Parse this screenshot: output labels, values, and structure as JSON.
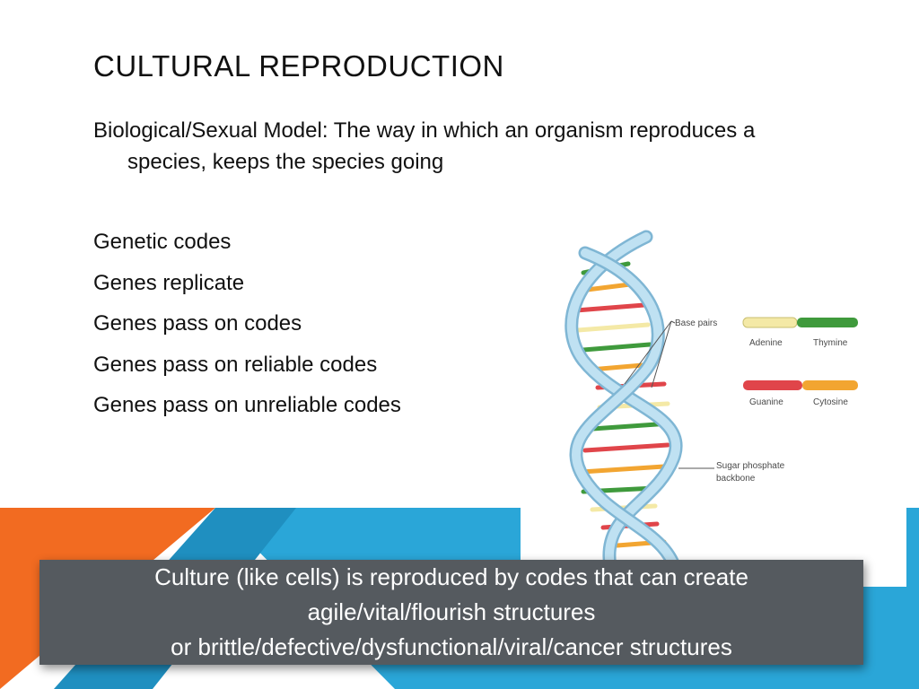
{
  "slide": {
    "title": "CULTURAL REPRODUCTION",
    "intro": "Biological/Sexual Model: The way in which an organism reproduces a species, keeps the species going",
    "bullets": [
      "Genetic codes",
      "Genes replicate",
      "Genes pass on codes",
      "Genes pass on reliable codes",
      "Genes pass on unreliable codes"
    ],
    "callout_lines": [
      "Culture (like cells) is reproduced by codes that can create",
      "agile/vital/flourish structures",
      "or brittle/defective/dysfunctional/viral/cancer structures"
    ]
  },
  "dna_figure": {
    "labels": {
      "base_pairs": "Base pairs",
      "adenine": "Adenine",
      "thymine": "Thymine",
      "guanine": "Guanine",
      "cytosine": "Cytosine",
      "backbone_line1": "Sugar phosphate",
      "backbone_line2": "backbone"
    },
    "icon": "dna-double-helix-icon"
  },
  "colors": {
    "orange": "#f26b21",
    "blue": "#2aa6d8",
    "callout_bg": "#555a5f",
    "backbone": "#a9d3ea",
    "adenine": "#f4e9a6",
    "thymine": "#3f9a3c",
    "guanine": "#e0454a",
    "cytosine": "#f2a531"
  }
}
